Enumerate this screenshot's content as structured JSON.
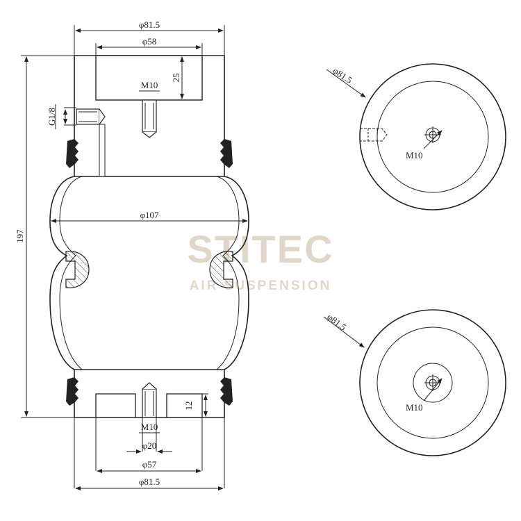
{
  "watermark": {
    "brand": "STITEC",
    "tagline": "AIR SUSPENSION",
    "color": "#c9b89e"
  },
  "side_view": {
    "top_outer_dia": "φ81.5",
    "top_inner_dia": "φ58",
    "top_recess_depth": "25",
    "top_thread": "M10",
    "air_port": "G1/8",
    "bellow_dia": "φ107",
    "overall_height": "197",
    "bottom_recess_depth": "12",
    "bottom_thread": "M10",
    "bottom_dia_20": "φ20",
    "bottom_dia_57": "φ57",
    "bottom_outer_dia": "φ81.5"
  },
  "top_view": {
    "outer_dia": "φ81.5",
    "thread": "M10"
  },
  "bottom_view": {
    "outer_dia": "φ81.5",
    "thread": "M10"
  }
}
